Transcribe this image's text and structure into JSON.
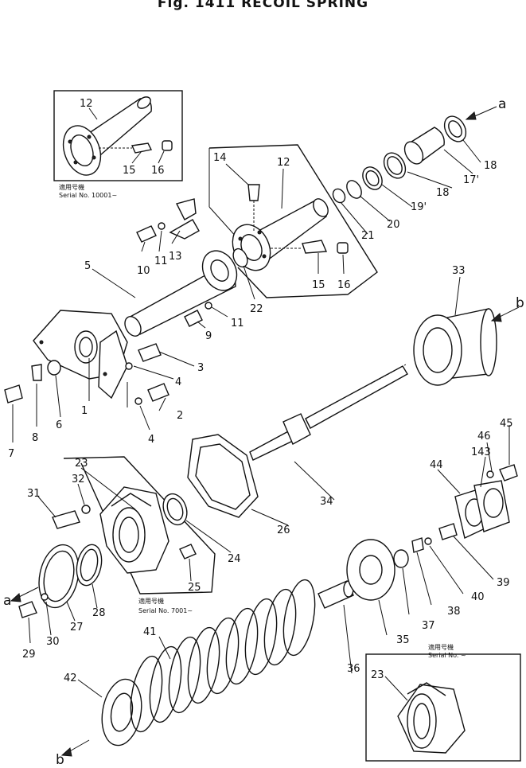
{
  "title": "Fig. 1411   RECOIL SPRING",
  "part_numbers": {
    "p1": "1",
    "p2": "2",
    "p3": "3",
    "p4a": "4",
    "p4b": "4",
    "p5": "5",
    "p6": "6",
    "p7": "7",
    "p8": "8",
    "p9": "9",
    "p10": "10",
    "p11a": "11",
    "p11b": "11",
    "p12top": "12",
    "p12inset": "12",
    "p13": "13",
    "p14": "14",
    "p15top": "15",
    "p15inset": "15",
    "p16top": "16",
    "p16inset": "16",
    "p17": "17'",
    "p18a": "18",
    "p18b": "18",
    "p19": "19'",
    "p20": "20",
    "p21": "21",
    "p22": "22",
    "p23a": "23",
    "p23b": "23",
    "p24": "24",
    "p25": "25",
    "p26": "26",
    "p27": "27",
    "p28": "28",
    "p29": "29",
    "p30": "30",
    "p31": "31",
    "p32": "32",
    "p33": "33",
    "p34": "34",
    "p35": "35",
    "p36": "36",
    "p37": "37",
    "p38": "38",
    "p39": "39",
    "p40": "40",
    "p41": "41",
    "p42": "42",
    "p43": "143",
    "p44": "44",
    "p45": "45",
    "p46": "46"
  },
  "callouts": {
    "a_top": "a",
    "a_bottom": "a",
    "b_right": "b",
    "b_bottom": "b"
  },
  "serial_notes": {
    "inset_top_jp": "適用号機",
    "inset_top_serial": "Serial No. 10001~",
    "center_jp": "適用号機",
    "center_serial": "Serial No. 7001~",
    "bottom_jp": "適用号機",
    "bottom_serial": "Serial No. ~"
  }
}
